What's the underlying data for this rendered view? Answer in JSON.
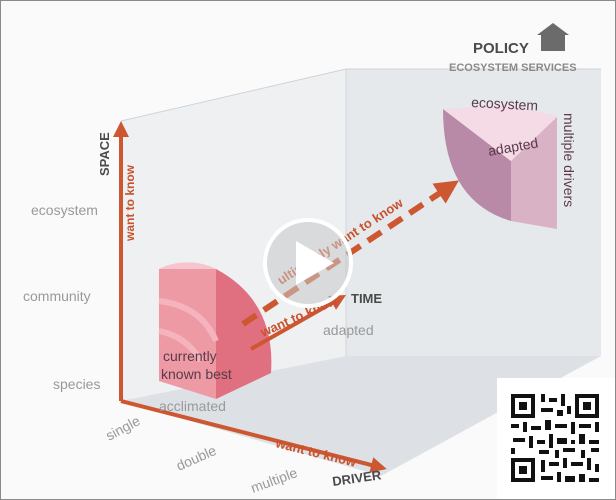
{
  "header": {
    "policy": "POLICY",
    "ecosystem_services": "ECOSYSTEM SERVICES"
  },
  "axes": {
    "space": {
      "title": "SPACE",
      "ticks": [
        "species",
        "community",
        "ecosystem"
      ]
    },
    "time": {
      "title": "TIME",
      "ticks": [
        "acclimated",
        "adapted"
      ]
    },
    "driver": {
      "title": "DRIVER",
      "ticks": [
        "single",
        "double",
        "multiple"
      ]
    }
  },
  "arrows": {
    "space_want": "want to know",
    "time_want": "want to know",
    "driver_want": "want to know",
    "ultimately_want": "ultimately want to know"
  },
  "near_block": {
    "label_line1": "currently",
    "label_line2": "known best"
  },
  "far_block": {
    "top_label": "ecosystem",
    "mid_label": "adapted",
    "side_label": "multiple drivers"
  },
  "colors": {
    "arrow": "#cc5730",
    "axis_text": "#999999",
    "near_block": "#e67e8a",
    "far_block": "#c49bb3"
  },
  "icons": [
    "house-icon",
    "play-icon",
    "qr-code-icon"
  ]
}
